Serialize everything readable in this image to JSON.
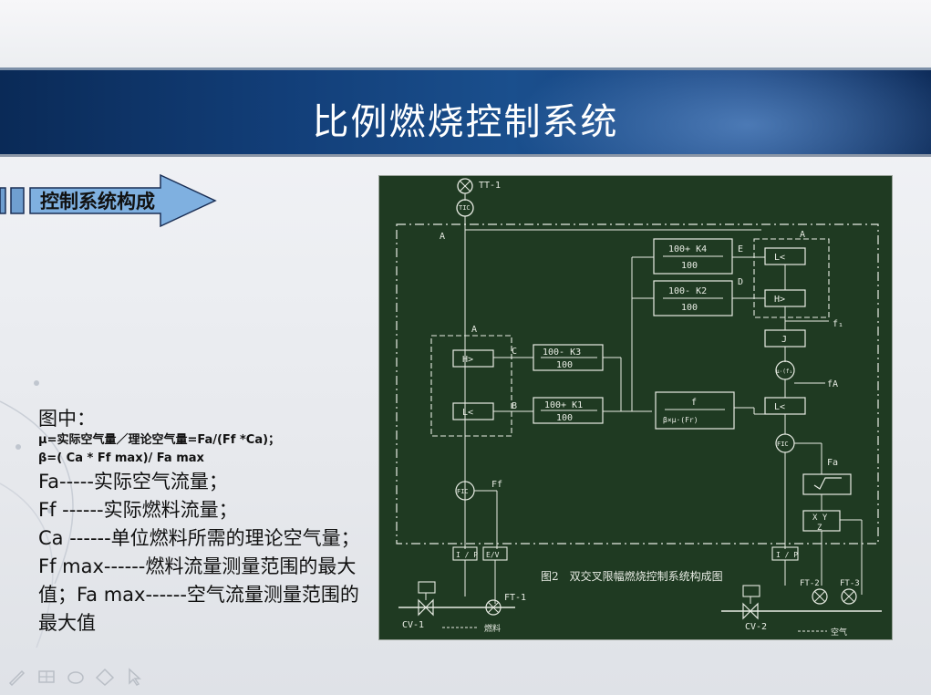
{
  "slide": {
    "title": "比例燃烧控制系统",
    "section_label": "控制系统构成"
  },
  "text": {
    "heading": "图中：",
    "formula_mu": "μ=实际空气量／理论空气量=Fa/(Ff *Ca)；",
    "formula_beta": "β=( Ca * Ff max)/ Fa max",
    "lines": [
      "Fa-----实际空气流量；",
      "Ff ------实际燃料流量；",
      "Ca ------单位燃料所需的理论空气量；",
      "Ff max------燃料流量测量范围的最大值；Fa max------空气流量测量范围的最大值"
    ]
  },
  "diagram": {
    "caption": "图2　双交叉限幅燃烧控制系统构成图",
    "labels": {
      "tt1": "TT-1",
      "tic1": "TIC",
      "a": "A",
      "k4_num": "100+ K4",
      "k4_den": "100",
      "k2_num": "100- K2",
      "k2_den": "100",
      "k3_num": "100- K3",
      "k3_den": "100",
      "k1_num": "100+ K1",
      "k1_den": "100",
      "f_num": "f",
      "f_den": "β×μ·(Fr)",
      "hs": "H>",
      "ls": "L<",
      "lk": "L<",
      "e": "E",
      "d": "D",
      "c": "C",
      "b": "B",
      "f1": "f₁",
      "fa": "fA",
      "ff": "Ff",
      "fa2": "Fa",
      "mu": "μ·(f₁)",
      "fic1": "FIC",
      "fic2": "FIC",
      "xy": "X Y",
      "z": "Z",
      "ip1": "I / P",
      "ev": "E/V",
      "ip2": "I / P",
      "ft1": "FT-1",
      "ft2": "FT-2",
      "ft3": "FT-3",
      "cv1": "CV-1",
      "cv2": "CV-2",
      "fuel": "燃料",
      "air": "空气"
    }
  },
  "toolbar": {
    "icons": [
      "pen-icon",
      "grid-icon",
      "eraser-icon",
      "diamond-icon",
      "pointer-icon"
    ]
  }
}
